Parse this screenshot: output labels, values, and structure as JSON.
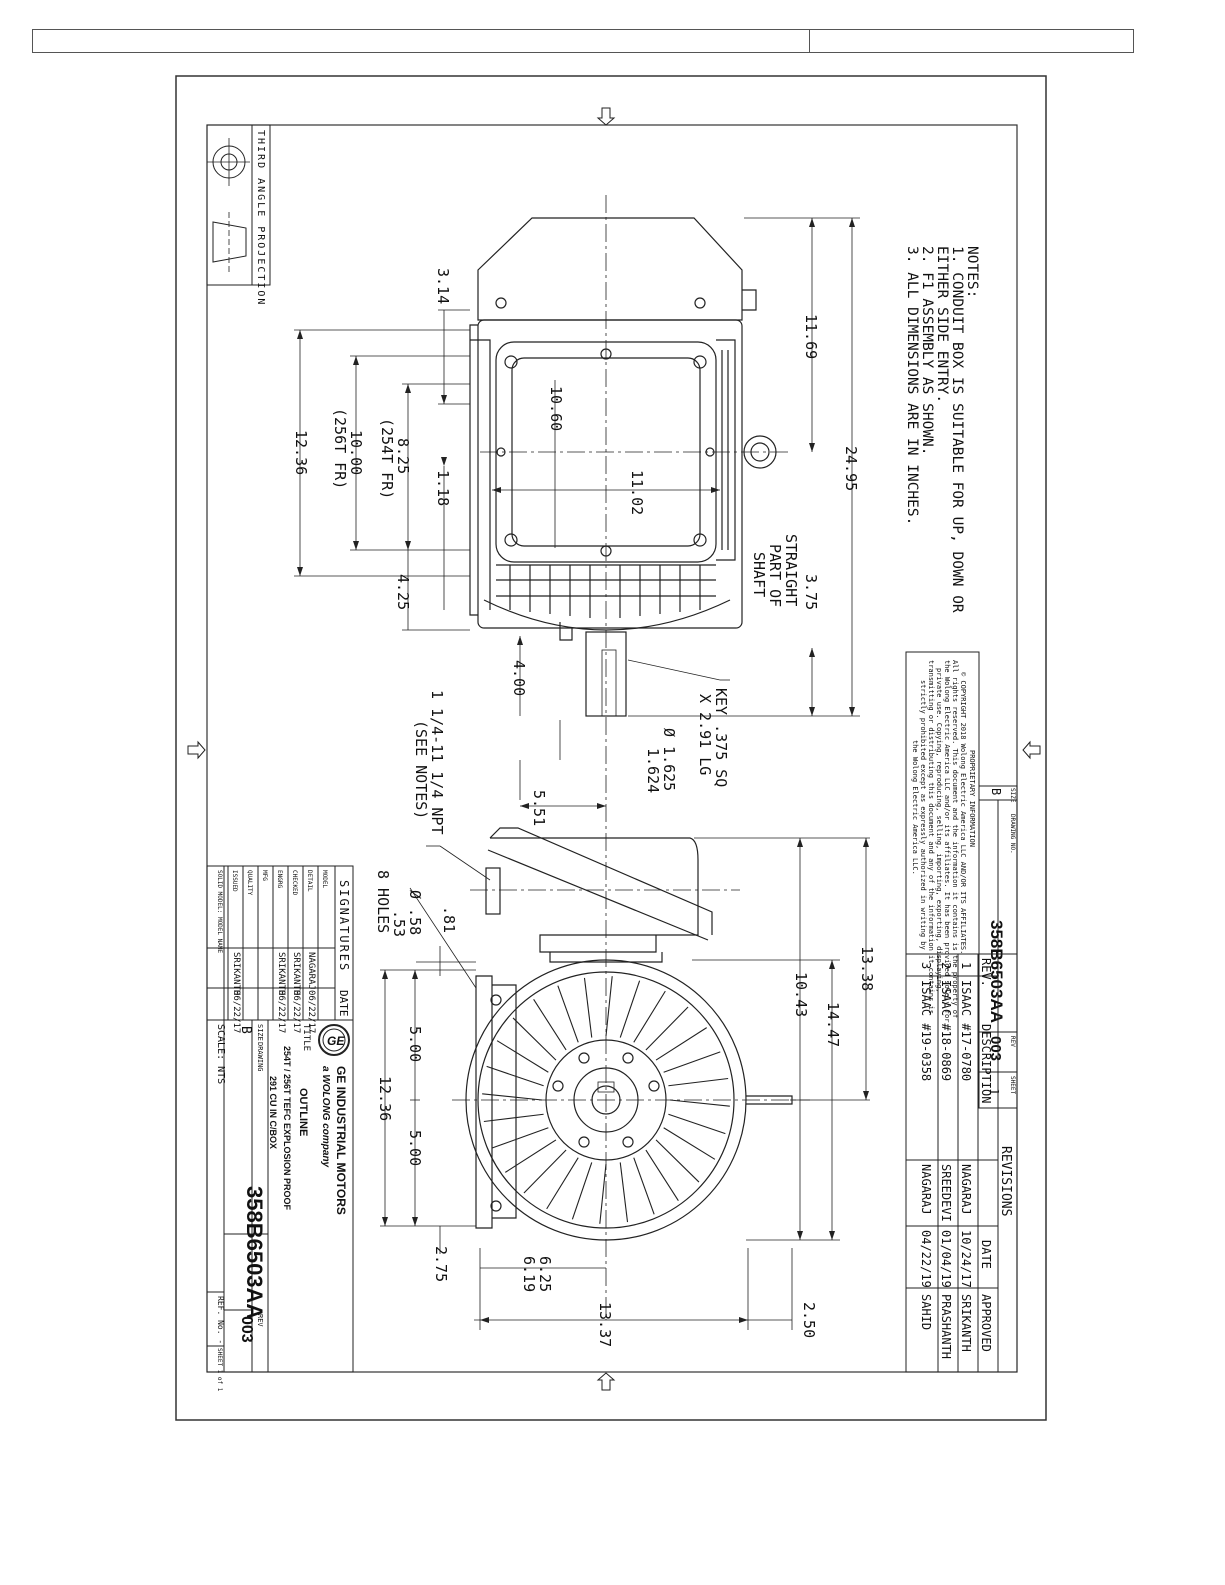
{
  "header": {
    "cell_left": "",
    "cell_right": ""
  },
  "projection": {
    "label": "THIRD ANGLE PROJECTION"
  },
  "notes": {
    "heading": "NOTES:",
    "lines": [
      "1. CONDUIT BOX IS SUITABLE FOR UP, DOWN OR",
      "   EITHER SIDE ENTRY.",
      "2. F1 ASSEMBLY AS SHOWN.",
      "3. ALL DIMENSIONS ARE IN INCHES."
    ]
  },
  "dimensions": {
    "d_3_14": "3.14",
    "d_12_36_side": "12.36",
    "d_10_00": "10.00",
    "d_256t": "(256T FR)",
    "d_8_25": "8.25",
    "d_254t": "(254T FR)",
    "d_1_18": "1.18",
    "d_4_25": "4.25",
    "d_10_60": "10.60",
    "d_11_02": "11.02",
    "d_11_69": "11.69",
    "d_24_95": "24.95",
    "d_3_75": "3.75",
    "straight_part": [
      "STRAIGHT",
      "PART OF",
      "SHAFT"
    ],
    "d_4_00": "4.00",
    "key": [
      "KEY .375 SQ",
      "X 2.91 LG"
    ],
    "shaft_dia": [
      "Ø 1.625",
      "1.624"
    ],
    "npt": [
      "1 1/4-11 1/4 NPT",
      "(SEE NOTES)"
    ],
    "d_5_51": "5.51",
    "d_81": ".81",
    "holes": [
      "Ø .58",
      ".53",
      "8 HOLES"
    ],
    "d_13_38": "13.38",
    "d_10_43": "10.43",
    "d_14_47": "14.47",
    "d_5_00a": "5.00",
    "d_12_36_end": "12.36",
    "d_5_00b": "5.00",
    "d_2_75": "2.75",
    "d_6_25": "6.25",
    "d_6_19": "6.19",
    "d_13_37": "13.37",
    "d_2_50": "2.50"
  },
  "proprietary": {
    "heading": "PROPRIETARY INFORMATION",
    "lines": [
      "© COPYRIGHT 2018 Wolong Electric America LLC AND/OR ITS AFFILIATES.",
      "All rights reserved. This document and the information it contains is the property of",
      "the Wolong Electric America LLC and/or its affiliates. It has been provided solely for",
      "private use. Copying, reproducing, selling, importing, exporting, displaying,",
      "transmitting or distributing this document and any of the information it contains is",
      "strictly prohibited except as expressly authorized in writing by",
      "the Wolong Electric America LLC."
    ]
  },
  "top_block": {
    "size_label": "SIZE",
    "size": "B",
    "drawing_no_label": "DRAWING NO.",
    "drawing_no": "358B6503AA",
    "rev_label": "REV",
    "rev": "003",
    "sheet_label": "SHEET",
    "sheet": "1"
  },
  "revisions": {
    "title": "REVISIONS",
    "headers": [
      "REV.",
      "DESCRIPTION",
      "DATE",
      "APPROVED"
    ],
    "rows": [
      [
        "1",
        "ISAAC #17-0780",
        "NAGARAJ",
        "10/24/17",
        "SRIKANTH"
      ],
      [
        "2",
        "ISAAC #18-0869",
        "SREEDEVI",
        "01/04/19",
        "PRASHANTH"
      ],
      [
        "3",
        "ISAAC #19-0358",
        "NAGARAJ",
        "04/22/19",
        "SAHID"
      ]
    ]
  },
  "signatures": {
    "title": "SIGNATURES",
    "date_label": "DATE",
    "rows": [
      [
        "MODEL",
        "",
        ""
      ],
      [
        "DETAIL",
        "NAGARAJ",
        "06/22/17"
      ],
      [
        "CHECKED",
        "SRIKANTH",
        "06/22/17"
      ],
      [
        "ENGRG",
        "SRIKANTH",
        "06/22/17"
      ],
      [
        "MFG",
        "",
        ""
      ],
      [
        "QUALITY",
        "",
        ""
      ],
      [
        "ISSUED",
        "SRIKANTH",
        "06/22/17"
      ]
    ],
    "solid_model": "SOLID MODEL: MODEL NAME"
  },
  "title_block": {
    "company": "GE INDUSTRIAL MOTORS",
    "company_sub": "a WOLONG company",
    "title_label": "TITLE",
    "title": "OUTLINE",
    "line2": "254T / 256T TEFC EXPLOSION PROOF",
    "line3": "291 CU IN C/BOX",
    "size_label": "SIZE",
    "size": "B",
    "drawing_label": "DRAWING",
    "drawing_no": "358B6503AA",
    "rev_label": "REV",
    "rev": "003",
    "scale": "SCALE: NTS",
    "ref": "REF. No. -",
    "sheet": "SHEET 1 of 1"
  }
}
